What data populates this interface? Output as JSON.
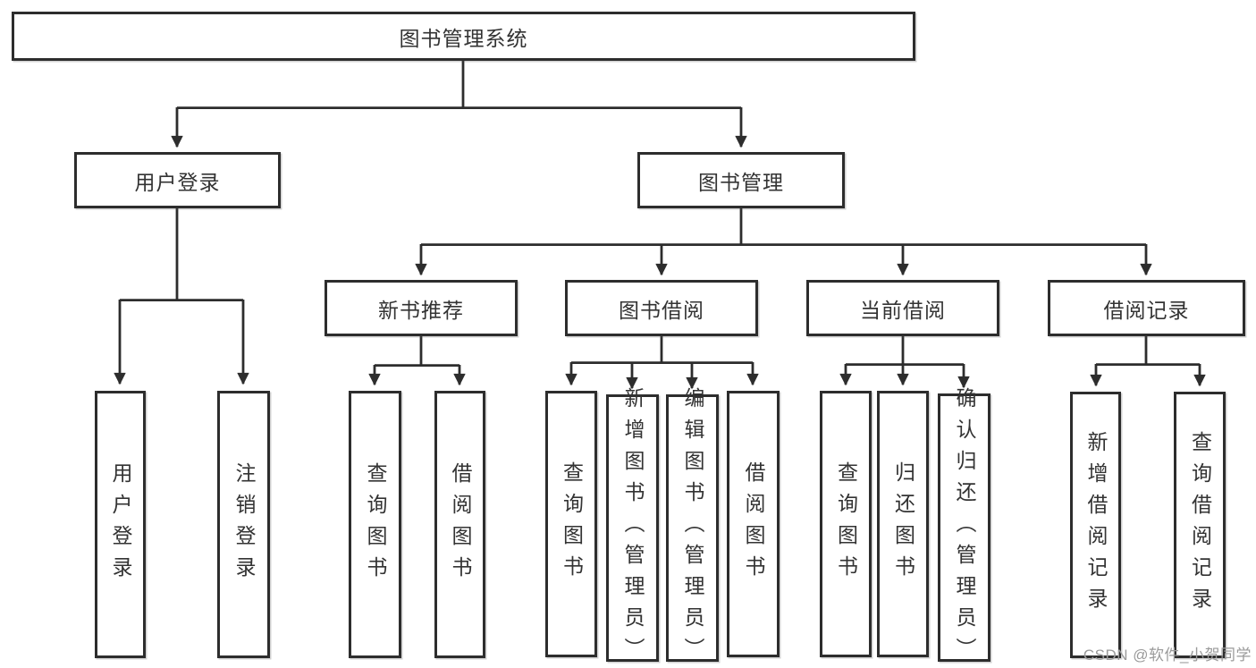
{
  "diagram": {
    "root": {
      "label": "图书管理系统"
    },
    "branches": {
      "user_login": {
        "label": "用户登录",
        "children": {
          "login": "用户登录",
          "logout": "注销登录"
        }
      },
      "book_management": {
        "label": "图书管理",
        "sections": {
          "new_book_recommend": {
            "label": "新书推荐",
            "children": {
              "query_books": "查询图书",
              "borrow_books": "借阅图书"
            }
          },
          "book_borrowing": {
            "label": "图书借阅",
            "children": {
              "query_books": "查询图书",
              "add_books": "新增图书（管理员）",
              "edit_books": "编辑图书（管理员）",
              "borrow_books": "借阅图书"
            }
          },
          "current_borrowing": {
            "label": "当前借阅",
            "children": {
              "query_books": "查询图书",
              "return_books": "归还图书",
              "confirm_return": "确认归还（管理员）"
            }
          },
          "borrowing_records": {
            "label": "借阅记录",
            "children": {
              "add_record": "新增借阅记录",
              "query_record": "查询借阅记录"
            }
          }
        }
      }
    }
  },
  "watermark": {
    "text": "CSDN @软件_小贺同学"
  },
  "colors": {
    "line": "#2d2d2d",
    "text": "#333333",
    "box_background": "#ffffff",
    "watermark": "#9a9a9a",
    "page_background": "#ffffff"
  }
}
